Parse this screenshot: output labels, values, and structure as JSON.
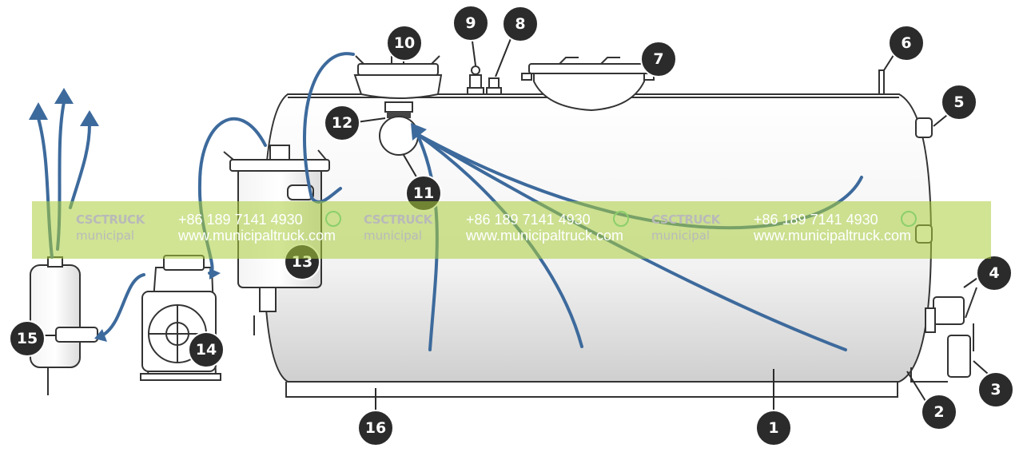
{
  "callouts": [
    {
      "label": "1"
    },
    {
      "label": "2"
    },
    {
      "label": "3"
    },
    {
      "label": "4"
    },
    {
      "label": "5"
    },
    {
      "label": "6"
    },
    {
      "label": "7"
    },
    {
      "label": "8"
    },
    {
      "label": "9"
    },
    {
      "label": "10"
    },
    {
      "label": "11"
    },
    {
      "label": "12"
    },
    {
      "label": "13"
    },
    {
      "label": "14"
    },
    {
      "label": "15"
    },
    {
      "label": "16"
    }
  ],
  "watermark": {
    "logo": "CSCTRUCK",
    "sub": "municipal",
    "phone": "+86 189 7141 4930",
    "url": "www.municipaltruck.com",
    "icon": "whatsapp-icon"
  },
  "colors": {
    "flow": "#3d6a9c",
    "callout": "#2b2b2b",
    "watermark_band": "#aacd3c"
  }
}
